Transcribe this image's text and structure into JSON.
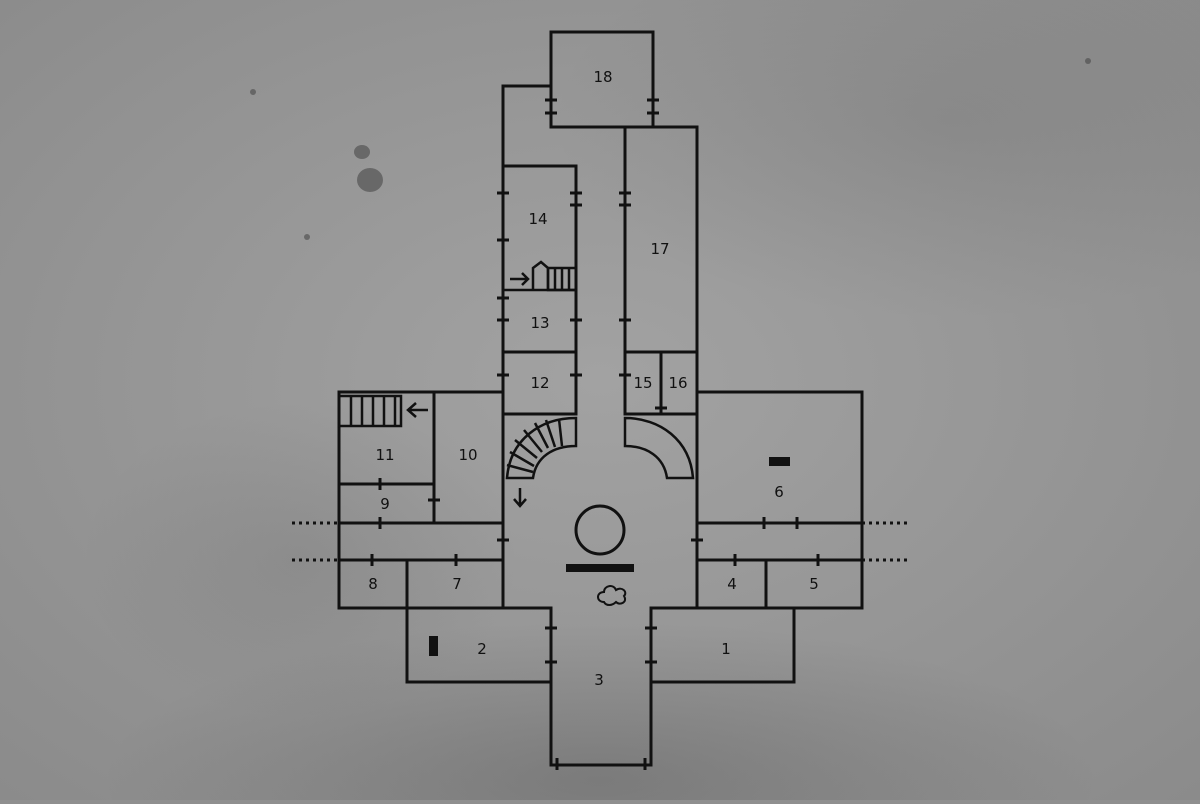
{
  "map": {
    "rooms": [
      {
        "id": "1",
        "label": "1"
      },
      {
        "id": "2",
        "label": "2"
      },
      {
        "id": "3",
        "label": "3"
      },
      {
        "id": "4",
        "label": "4"
      },
      {
        "id": "5",
        "label": "5"
      },
      {
        "id": "6",
        "label": "6"
      },
      {
        "id": "7",
        "label": "7"
      },
      {
        "id": "8",
        "label": "8"
      },
      {
        "id": "9",
        "label": "9"
      },
      {
        "id": "10",
        "label": "10"
      },
      {
        "id": "11",
        "label": "11"
      },
      {
        "id": "12",
        "label": "12"
      },
      {
        "id": "13",
        "label": "13"
      },
      {
        "id": "14",
        "label": "14"
      },
      {
        "id": "15",
        "label": "15"
      },
      {
        "id": "16",
        "label": "16"
      },
      {
        "id": "17",
        "label": "17"
      },
      {
        "id": "18",
        "label": "18"
      }
    ],
    "features": {
      "background": "weathered-paper",
      "line_color": "#111111",
      "stairs": [
        "stairs-room-11",
        "stairs-room-14",
        "spiral-stair-left",
        "spiral-stair-right"
      ],
      "icons": [
        "arrow-left-icon",
        "arrow-right-icon",
        "arrow-down-icon",
        "fountain-circle-icon",
        "cloud-icon"
      ]
    }
  }
}
